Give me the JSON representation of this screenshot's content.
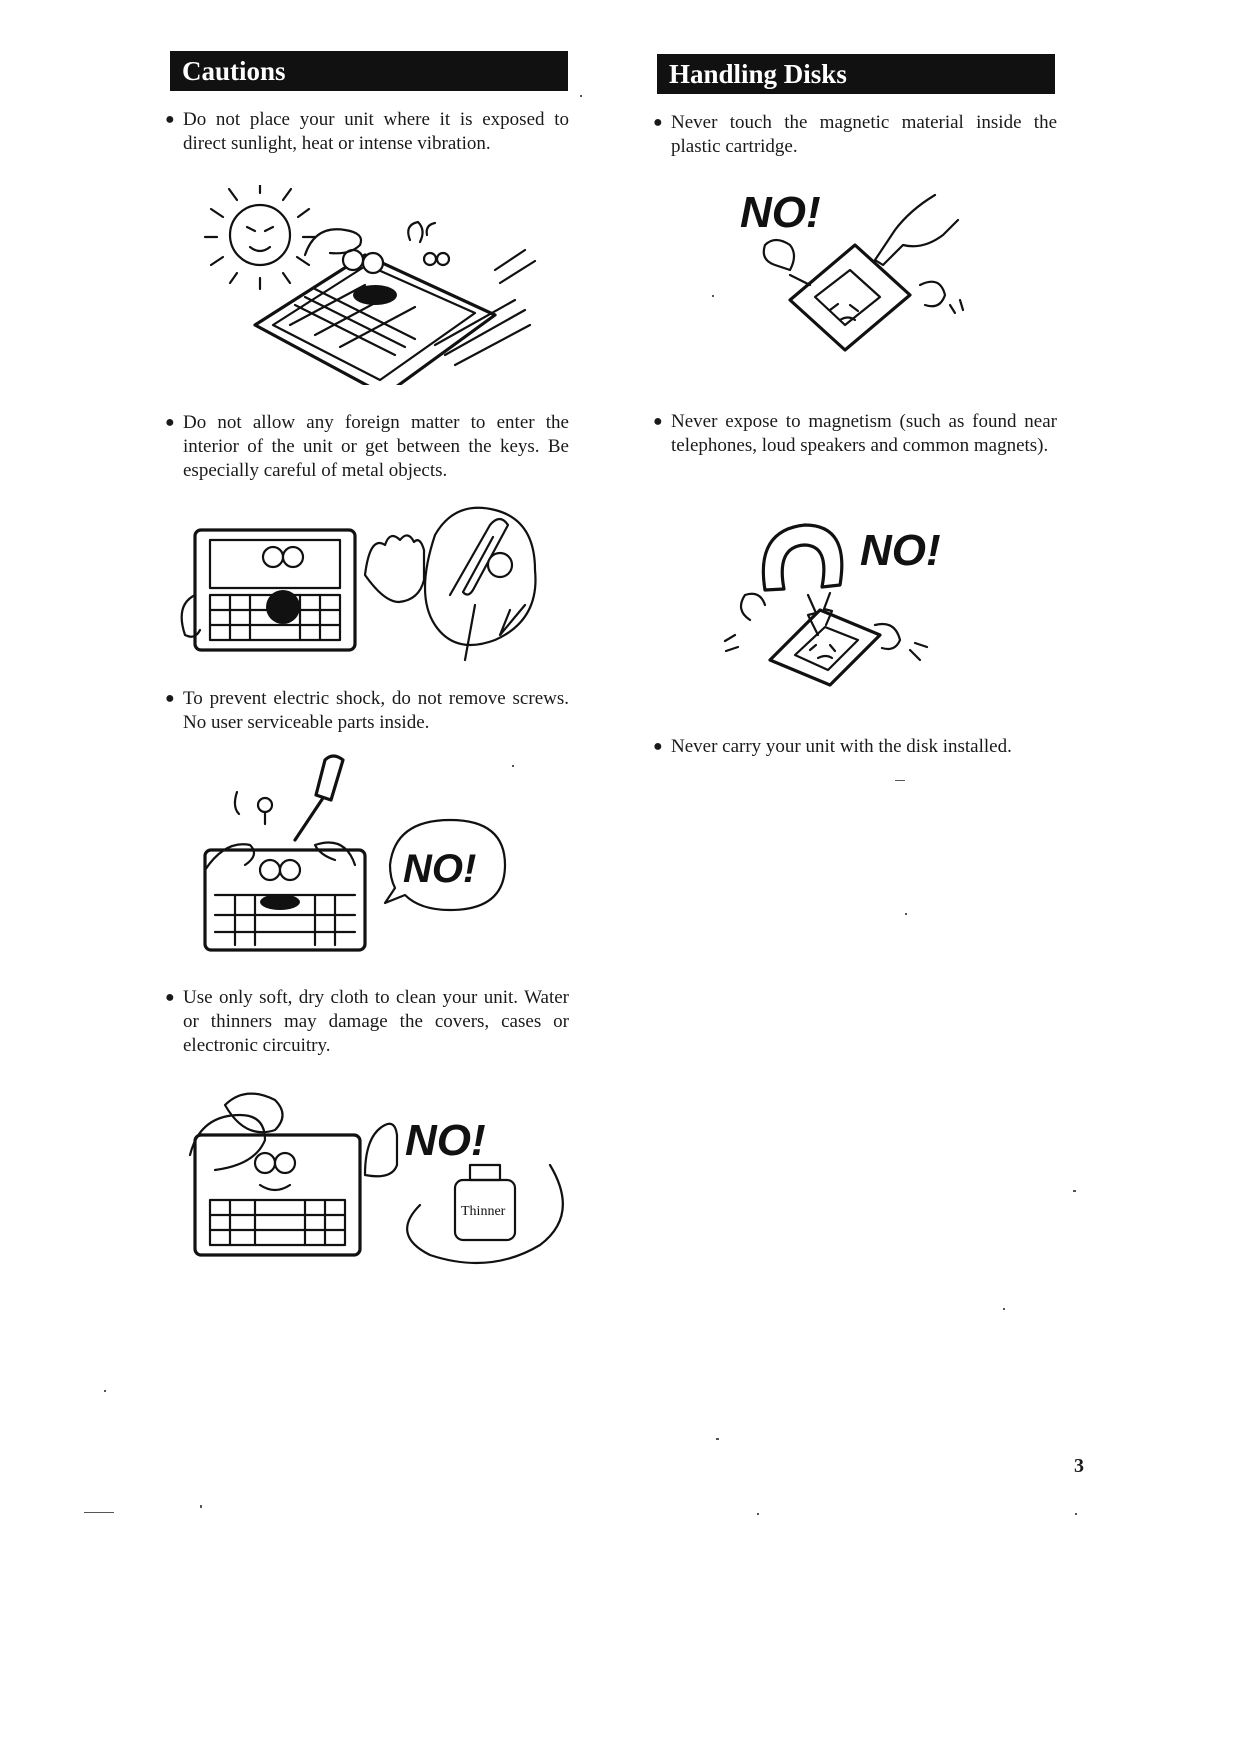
{
  "left": {
    "heading": "Cautions",
    "items": [
      {
        "text": "Do not place your unit where it is exposed to direct sunlight, heat or intense vibration.",
        "icon": "sun-heat-illustration"
      },
      {
        "text": "Do not allow any foreign matter to enter the interior of the unit or get between the keys. Be especially careful of metal objects.",
        "icon": "foreign-objects-illustration"
      },
      {
        "text": "To prevent electric shock, do not remove screws. No user serviceable parts inside.",
        "icon": "screwdriver-illustration"
      },
      {
        "text": "Use only soft, dry cloth to clean your unit. Water or thinners may damage the covers, cases or electronic circuitry.",
        "icon": "cleaning-illustration"
      }
    ]
  },
  "right": {
    "heading": "Handling Disks",
    "items": [
      {
        "text": "Never touch the magnetic material inside the plastic cartridge.",
        "icon": "disk-touch-illustration"
      },
      {
        "text": "Never expose to magnetism (such as found near telephones, loud speakers and common magnets).",
        "icon": "magnet-illustration"
      },
      {
        "text": "Never carry your unit with the disk installed.",
        "icon": ""
      }
    ]
  },
  "illustration_text": {
    "no": "NO!",
    "thinner": "Thinner"
  },
  "page_number": "3"
}
